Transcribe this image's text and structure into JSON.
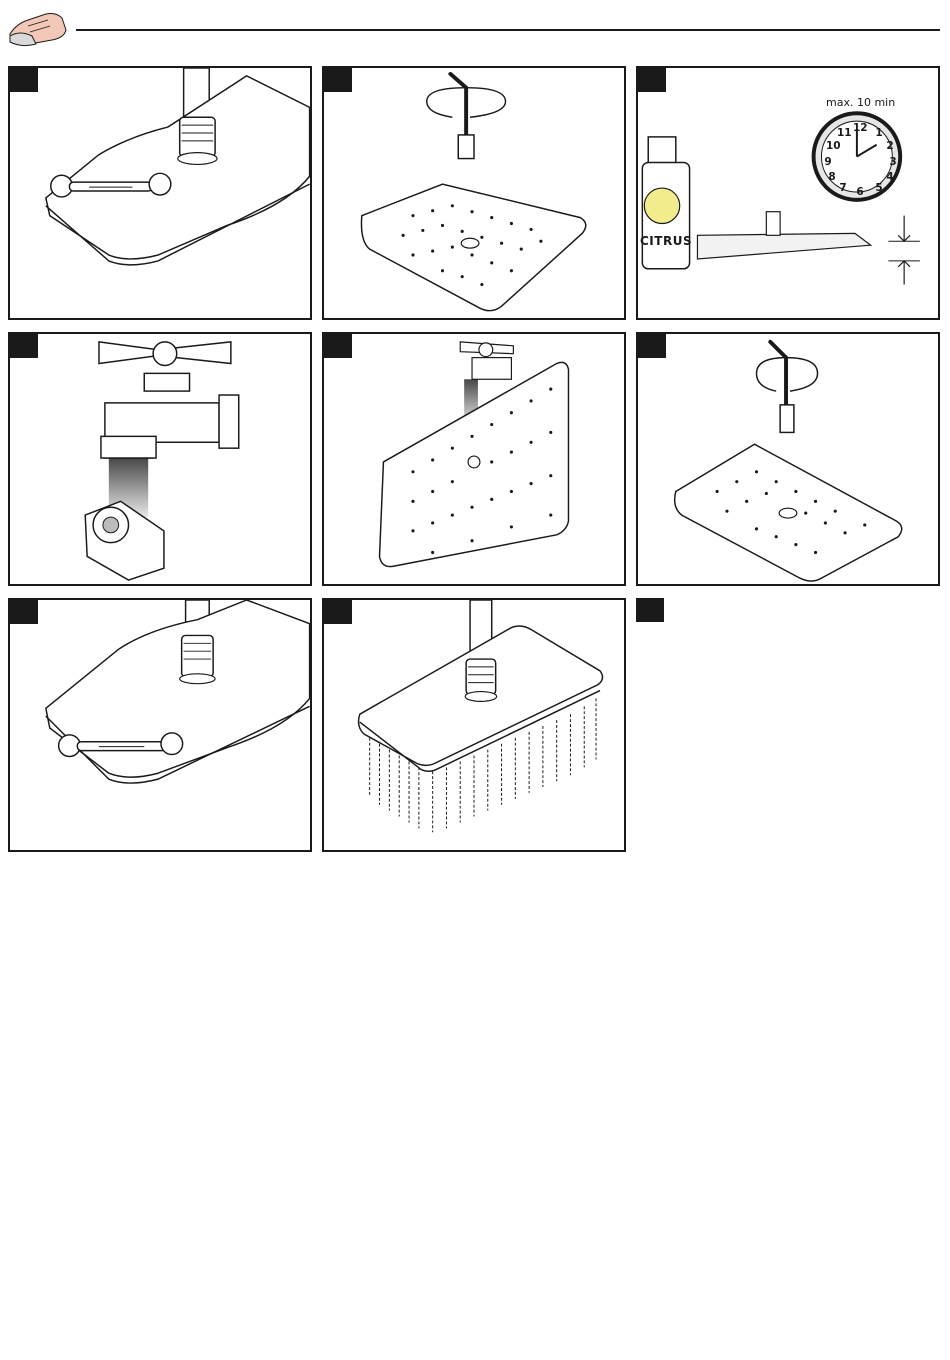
{
  "panels": [
    {
      "name": "step-1-wrench-remove"
    },
    {
      "name": "step-2-unscrew-nozzle"
    },
    {
      "name": "step-3-citrus-soak"
    },
    {
      "name": "step-4-rinse-filter"
    },
    {
      "name": "step-5-flush-head"
    },
    {
      "name": "step-6-reinsert-nozzle"
    },
    {
      "name": "step-7-wrench-attach"
    },
    {
      "name": "step-8-spray-test"
    }
  ],
  "citrus_label": "CITRUS",
  "soak_time_label": "max. 10 min",
  "clock_numbers": [
    "12",
    "1",
    "2",
    "3",
    "4",
    "5",
    "6",
    "7",
    "8",
    "9",
    "10",
    "11"
  ],
  "colors": {
    "ink": "#1a1a1a",
    "clock_face": "#e6e6e6",
    "lemon": "#f3ec8c"
  }
}
